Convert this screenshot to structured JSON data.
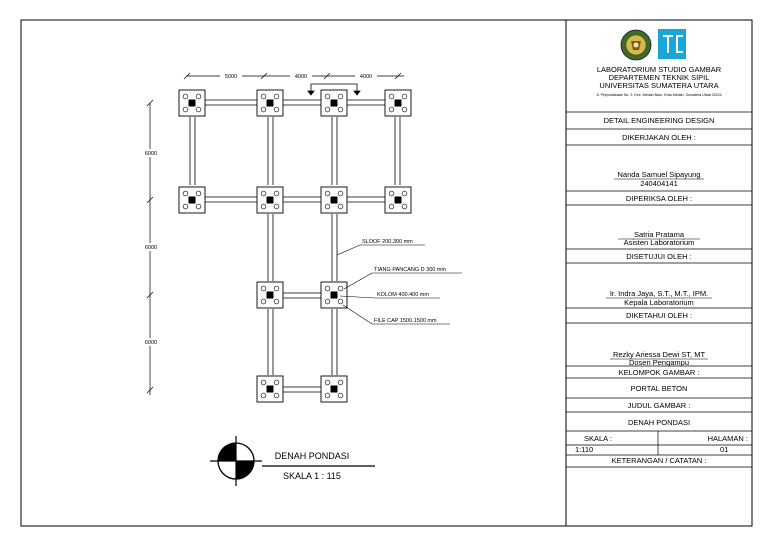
{
  "drawing": {
    "dimensions_top": [
      "5000",
      "4000",
      "4000"
    ],
    "dimensions_left": [
      "6000",
      "6000",
      "6000"
    ],
    "callouts": {
      "sloof": "SLOOF 200.300 mm",
      "tiang": "TIANG PANCANG D 300 mm",
      "kolom": "KOLOM 400.400 mm",
      "pile_cap": "FILE CAP 1500.1500 mm"
    },
    "title": "DENAH PONDASI",
    "scale": "SKALA 1 : 115"
  },
  "title_block": {
    "lab_name": "LABORATORIUM STUDIO GAMBAR",
    "department": "DEPARTEMEN TEKNIK SIPIL",
    "university": "UNIVERSITAS SUMATERA UTARA",
    "address": "Jl. Perpustakaan No. 3, Kec. Medan Baru, Kota Medan, Sumatera Utara 20222",
    "sheet_type": "DETAIL ENGINEERING DESIGN",
    "worked_by_label": "DIKERJAKAN OLEH :",
    "worked_by_name": "Nanda Samuel Sipayung",
    "worked_by_id": "240404141",
    "checked_by_label": "DIPERIKSA OLEH :",
    "checked_by_name": "Satria Pratama",
    "checked_by_role": "Asisten Laboratorium",
    "approved_by_label": "DISETUJUI OLEH :",
    "approved_by_name": "Ir. Indra Jaya, S.T., M.T., IPM.",
    "approved_by_role": "Kepala Laboratorium",
    "known_by_label": "DIKETAHUI OLEH :",
    "known_by_name": "Rezky Ariessa Dewi ST, MT",
    "known_by_role": "Dosen Pengampu",
    "group_label": "KELOMPOK GAMBAR :",
    "group_value": "PORTAL BETON",
    "drawing_title_label": "JUDUL GAMBAR :",
    "drawing_title_value": "DENAH PONDASI",
    "scale_label": "SKALA :",
    "page_label": "HALAMAN :",
    "scale_value": "1:110",
    "page_value": "01",
    "notes_label": "KETERANGAN / CATATAN :"
  }
}
